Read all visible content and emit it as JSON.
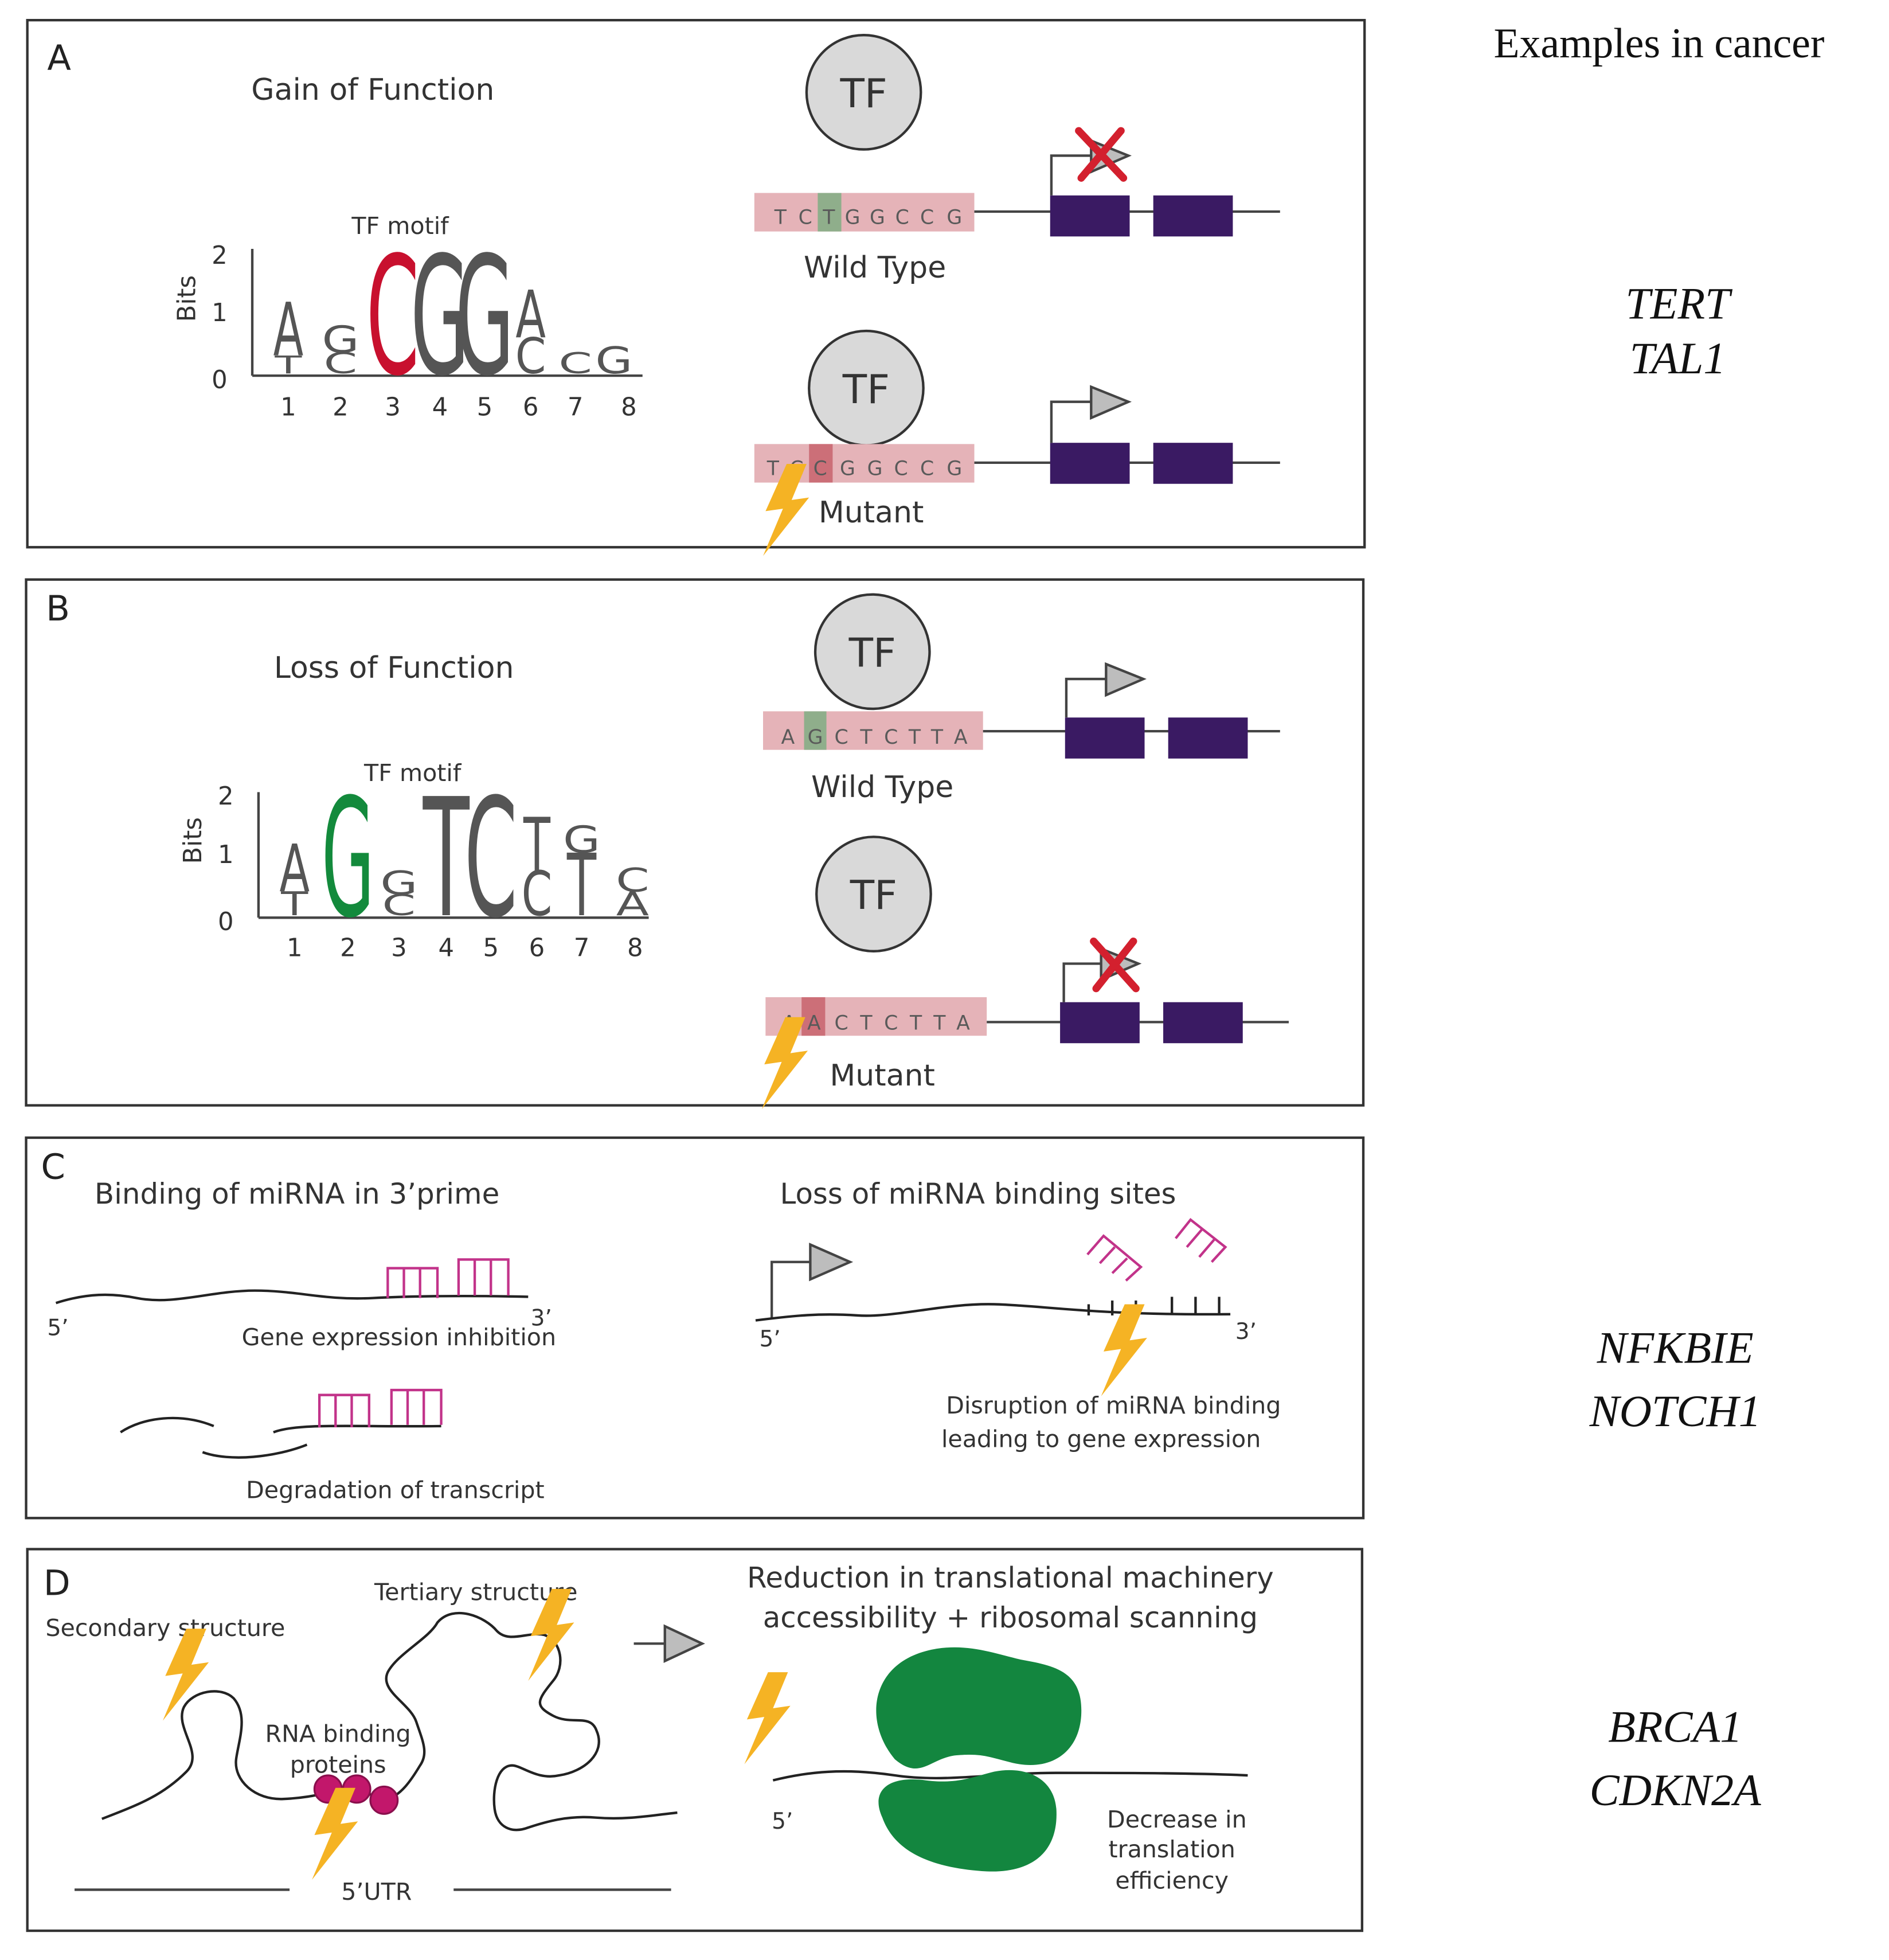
{
  "header": {
    "examples_title": "Examples in cancer"
  },
  "colors": {
    "panel_border": "#333333",
    "tf_fill": "#d9d9d9",
    "seq_box": "#e5b3b8",
    "wild_highlight": "#8fae8b",
    "mutant_highlight": "#cc6f78",
    "exon": "#3a1a63",
    "cross": "#d3202e",
    "bolt": "#f5b324",
    "mirna": "#c2338a",
    "rbp": "#c2176b",
    "ribosome": "#13863f",
    "logo_red": "#c8102e",
    "logo_green": "#138a3c",
    "logo_gray": "#555555"
  },
  "panels": {
    "a": {
      "letter": "A",
      "title": "Gain of Function",
      "motif_label": "TF motif",
      "y_axis_label": "Bits",
      "y_ticks": [
        "2",
        "1",
        "0"
      ],
      "x_ticks": [
        "1",
        "2",
        "3",
        "4",
        "5",
        "6",
        "7",
        "8"
      ],
      "tf_label": "TF",
      "wild_sequence": [
        "T",
        "C",
        "T",
        "G",
        "G",
        "C",
        "C",
        "G"
      ],
      "mutant_sequence": [
        "T",
        "C",
        "C",
        "G",
        "G",
        "C",
        "C",
        "G"
      ],
      "wild_label": "Wild Type",
      "mutant_label": "Mutant",
      "examples": [
        "TERT",
        "TAL1"
      ]
    },
    "b": {
      "letter": "B",
      "title": "Loss of Function",
      "motif_label": "TF motif",
      "y_axis_label": "Bits",
      "y_ticks": [
        "2",
        "1",
        "0"
      ],
      "x_ticks": [
        "1",
        "2",
        "3",
        "4",
        "5",
        "6",
        "7",
        "8"
      ],
      "tf_label": "TF",
      "wild_sequence": [
        "A",
        "G",
        "C",
        "T",
        "C",
        "T",
        "T",
        "A"
      ],
      "mutant_sequence": [
        "A",
        "A",
        "C",
        "T",
        "C",
        "T",
        "T",
        "A"
      ],
      "wild_label": "Wild Type",
      "mutant_label": "Mutant",
      "examples": [
        "NFKBIE",
        "NOTCH1"
      ]
    },
    "c": {
      "letter": "C",
      "title_left": "Binding of miRNA in 3’prime",
      "title_right": "Loss of miRNA binding sites",
      "five_prime": "5’",
      "three_prime": "3’",
      "inhibition_label": "Gene expression inhibition",
      "degradation_label": "Degradation of transcript",
      "disruption_line1": "Disruption of miRNA binding",
      "disruption_line2": "leading to gene expression"
    },
    "d": {
      "letter": "D",
      "secondary_label": "Secondary structure",
      "tertiary_label": "Tertiary structure",
      "rbp_line1": "RNA binding",
      "rbp_line2": "proteins",
      "utr_label": "5’UTR",
      "reduction_line1": "Reduction in translational machinery",
      "reduction_line2": "accessibility + ribosomal scanning",
      "five_prime": "5’",
      "decrease_line1": "Decrease in",
      "decrease_line2": "translation",
      "decrease_line3": "efficiency",
      "examples": [
        "BRCA1",
        "CDKN2A"
      ]
    }
  },
  "motif_logos": {
    "a": {
      "positions": [
        {
          "pos": 1,
          "letters": [
            {
              "l": "T",
              "bits": 0.3,
              "color": "gray"
            },
            {
              "l": "A",
              "bits": 0.9,
              "color": "gray"
            }
          ]
        },
        {
          "pos": 2,
          "letters": [
            {
              "l": "C",
              "bits": 0.35,
              "color": "gray"
            },
            {
              "l": "G",
              "bits": 0.45,
              "color": "gray"
            }
          ]
        },
        {
          "pos": 3,
          "letters": [
            {
              "l": "C",
              "bits": 2.0,
              "color": "red"
            }
          ]
        },
        {
          "pos": 4,
          "letters": [
            {
              "l": "G",
              "bits": 2.0,
              "color": "gray"
            }
          ]
        },
        {
          "pos": 5,
          "letters": [
            {
              "l": "G",
              "bits": 2.0,
              "color": "gray"
            }
          ]
        },
        {
          "pos": 6,
          "letters": [
            {
              "l": "C",
              "bits": 0.6,
              "color": "gray"
            },
            {
              "l": "A",
              "bits": 0.8,
              "color": "gray"
            }
          ]
        },
        {
          "pos": 7,
          "letters": [
            {
              "l": "C",
              "bits": 0.35,
              "color": "gray"
            }
          ]
        },
        {
          "pos": 8,
          "letters": [
            {
              "l": "G",
              "bits": 0.45,
              "color": "gray"
            }
          ]
        }
      ]
    },
    "b": {
      "positions": [
        {
          "pos": 1,
          "letters": [
            {
              "l": "T",
              "bits": 0.4,
              "color": "gray"
            },
            {
              "l": "A",
              "bits": 0.8,
              "color": "gray"
            }
          ]
        },
        {
          "pos": 2,
          "letters": [
            {
              "l": "G",
              "bits": 2.0,
              "color": "green"
            }
          ]
        },
        {
          "pos": 3,
          "letters": [
            {
              "l": "C",
              "bits": 0.35,
              "color": "gray"
            },
            {
              "l": "G",
              "bits": 0.4,
              "color": "gray"
            }
          ]
        },
        {
          "pos": 4,
          "letters": [
            {
              "l": "T",
              "bits": 2.0,
              "color": "gray"
            }
          ]
        },
        {
          "pos": 5,
          "letters": [
            {
              "l": "C",
              "bits": 2.0,
              "color": "gray"
            }
          ]
        },
        {
          "pos": 6,
          "letters": [
            {
              "l": "C",
              "bits": 0.75,
              "color": "gray"
            },
            {
              "l": "T",
              "bits": 0.9,
              "color": "gray"
            }
          ]
        },
        {
          "pos": 7,
          "letters": [
            {
              "l": "T",
              "bits": 1.05,
              "color": "gray"
            },
            {
              "l": "G",
              "bits": 0.45,
              "color": "gray"
            }
          ]
        },
        {
          "pos": 8,
          "letters": [
            {
              "l": "A",
              "bits": 0.4,
              "color": "gray"
            },
            {
              "l": "C",
              "bits": 0.4,
              "color": "gray"
            }
          ]
        }
      ]
    }
  }
}
